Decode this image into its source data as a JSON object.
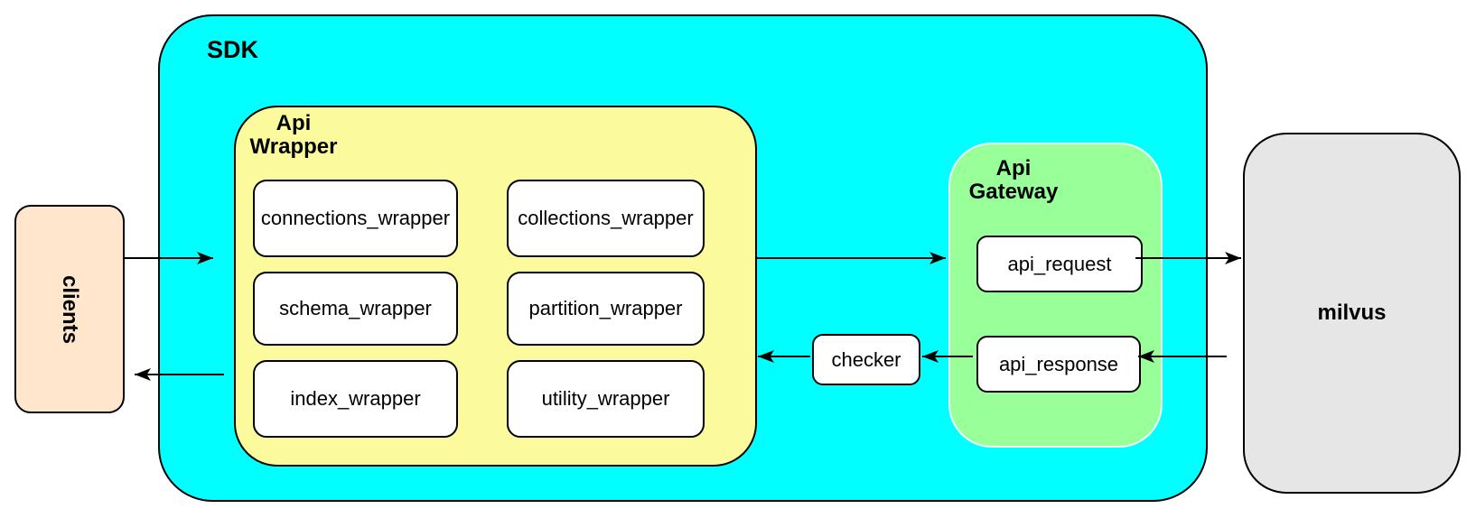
{
  "colors": {
    "sdk_fill": "#00FFFF",
    "api_wrapper_fill": "#FBFB9D",
    "api_gateway_fill": "#99FF99",
    "clients_fill": "#FFE6CC",
    "milvus_fill": "#E6E6E6",
    "node_fill": "#FFFFFF",
    "stroke": "#000000"
  },
  "nodes": {
    "clients": {
      "label": "clients"
    },
    "sdk": {
      "label": "SDK"
    },
    "api_wrapper": {
      "label": "Api\nWrapper",
      "children": [
        {
          "label": "connections_wrapper"
        },
        {
          "label": "collections_wrapper"
        },
        {
          "label": "schema_wrapper"
        },
        {
          "label": "partition_wrapper"
        },
        {
          "label": "index_wrapper"
        },
        {
          "label": "utility_wrapper"
        }
      ]
    },
    "checker": {
      "label": "checker"
    },
    "api_gateway": {
      "label": "Api\nGateway",
      "children": [
        {
          "label": "api_request"
        },
        {
          "label": "api_response"
        }
      ]
    },
    "milvus": {
      "label": "milvus"
    }
  }
}
